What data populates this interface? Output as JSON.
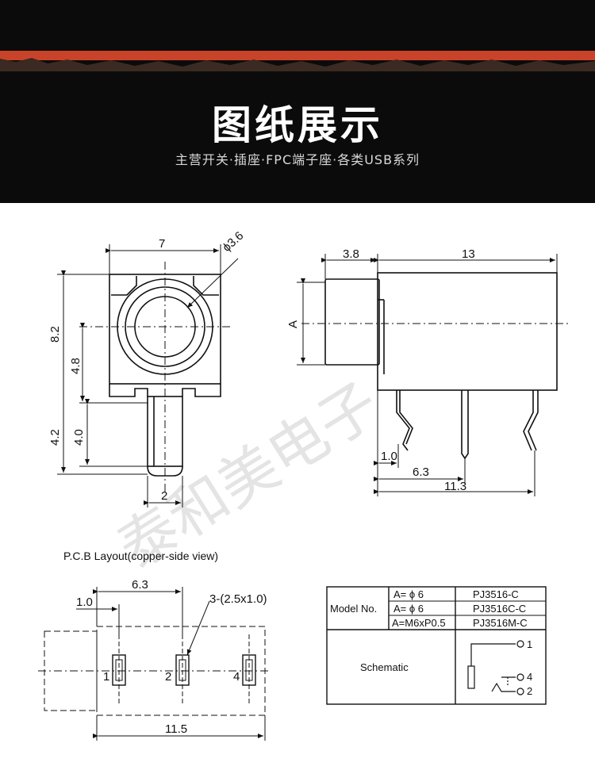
{
  "banner": {
    "title": "图纸展示",
    "subtitle": "主营开关·插座·FPC端子座·各类USB系列",
    "accent_color": "#c9432a"
  },
  "watermark": {
    "text": "泰和美电子"
  },
  "front_view": {
    "width_label": "7",
    "diameter_label": "ϕ3.6",
    "height_label": "8.2",
    "center_label": "4.8",
    "pin_total_label": "4.2",
    "pin_label": "4.0",
    "pin_width_label": "2"
  },
  "side_view": {
    "left_label": "3.8",
    "body_label": "13",
    "a_label": "A",
    "pin1_label": "1.0",
    "pin2_label": "6.3",
    "pin3_label": "11.3"
  },
  "pcb": {
    "title": "P.C.B Layout(copper-side  view)",
    "dim_63": "6.3",
    "dim_10": "1.0",
    "pad_spec": "3-(2.5x1.0)",
    "pad_labels": [
      "1",
      "2",
      "4"
    ],
    "dim_115": "11.5"
  },
  "table": {
    "model_label": "Model No.",
    "rows": [
      {
        "a": "A= ϕ 6",
        "model": "PJ3516-C"
      },
      {
        "a": "A= ϕ 6",
        "model": "PJ3516C-C"
      },
      {
        "a": "A=M6xP0.5",
        "model": "PJ3516M-C"
      }
    ],
    "schematic_label": "Schematic",
    "schematic_pins": [
      "1",
      "4",
      "2"
    ]
  }
}
